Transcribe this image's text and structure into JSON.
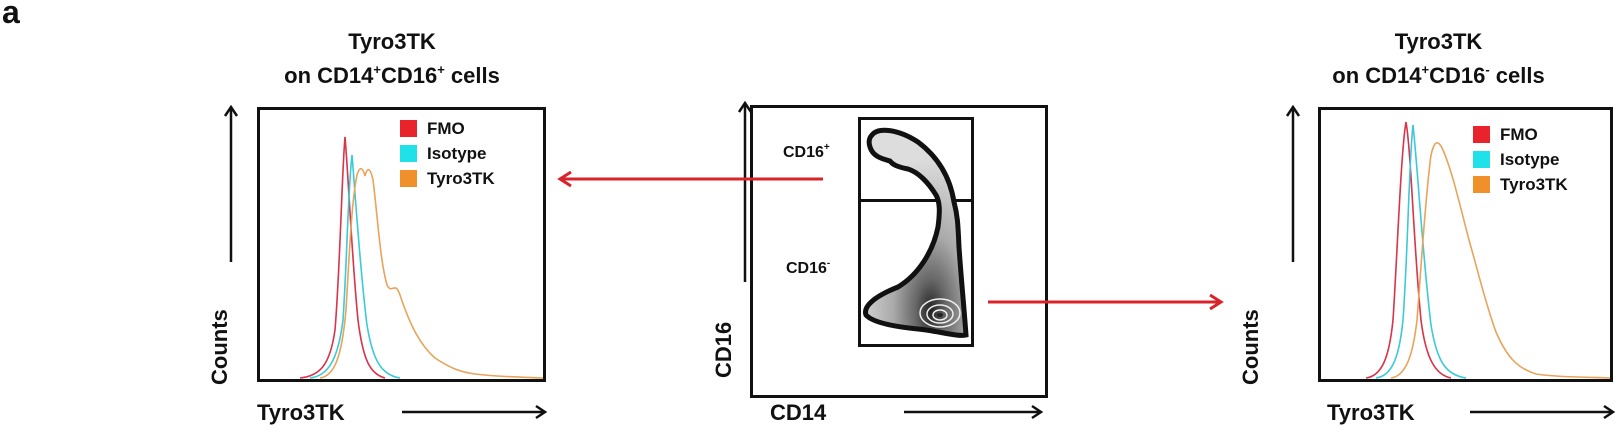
{
  "figure": {
    "panel_letter": "a",
    "colors": {
      "fmo": "#e8232b",
      "isotype": "#20d8e0",
      "tyro3tk": "#f0902a",
      "arrow": "#d8232a",
      "axis": "#111111"
    }
  },
  "left_panel": {
    "title_line1": "Tyro3TK",
    "title_line2_prefix": "on CD14",
    "title_sup1": "+",
    "title_mid": "CD16",
    "title_sup2": "+",
    "title_suffix": " cells",
    "ylabel": "Counts",
    "xlabel": "Tyro3TK",
    "legend": [
      {
        "label": "FMO",
        "color": "#e8232b"
      },
      {
        "label": "Isotype",
        "color": "#20d8e0"
      },
      {
        "label": "Tyro3TK",
        "color": "#f0902a"
      }
    ]
  },
  "middle_panel": {
    "ylabel": "CD16",
    "xlabel": "CD14",
    "gate_upper_label": "CD16",
    "gate_upper_sup": "+",
    "gate_lower_label": "CD16",
    "gate_lower_sup": "-"
  },
  "right_panel": {
    "title_line1": "Tyro3TK",
    "title_line2_prefix": "on CD14",
    "title_sup1": "+",
    "title_mid": "CD16",
    "title_sup2": "-",
    "title_suffix": " cells",
    "ylabel": "Counts",
    "xlabel": "Tyro3TK",
    "legend": [
      {
        "label": "FMO",
        "color": "#e8232b"
      },
      {
        "label": "Isotype",
        "color": "#20d8e0"
      },
      {
        "label": "Tyro3TK",
        "color": "#f0902a"
      }
    ]
  },
  "chart_data": [
    {
      "type": "line",
      "title": "Tyro3TK on CD14+CD16+ cells",
      "xlabel": "Tyro3TK",
      "ylabel": "Counts",
      "note": "Flow cytometry histograms (normalized, unlabeled axes); x as fraction of axis width 0-1, y as fraction of max height 0-1",
      "x": [
        0.25,
        0.28,
        0.3,
        0.32,
        0.34,
        0.36,
        0.38,
        0.4,
        0.42,
        0.44,
        0.47,
        0.5,
        0.55,
        0.6,
        0.65,
        0.7,
        0.75,
        0.8
      ],
      "series": [
        {
          "name": "FMO",
          "values": [
            0.0,
            0.05,
            0.25,
            0.7,
            1.0,
            0.7,
            0.3,
            0.08,
            0.02,
            0.0,
            0.0,
            0.0,
            0.0,
            0.0,
            0.0,
            0.0,
            0.0,
            0.0
          ]
        },
        {
          "name": "Isotype",
          "values": [
            0.0,
            0.02,
            0.1,
            0.4,
            0.85,
            0.93,
            0.7,
            0.35,
            0.12,
            0.03,
            0.0,
            0.0,
            0.0,
            0.0,
            0.0,
            0.0,
            0.0,
            0.0
          ]
        },
        {
          "name": "Tyro3TK",
          "values": [
            0.0,
            0.0,
            0.05,
            0.2,
            0.6,
            0.85,
            0.82,
            0.8,
            0.65,
            0.55,
            0.45,
            0.3,
            0.18,
            0.1,
            0.05,
            0.03,
            0.02,
            0.0
          ]
        }
      ],
      "legend_position": "upper right"
    },
    {
      "type": "line",
      "title": "Tyro3TK on CD14+CD16- cells",
      "xlabel": "Tyro3TK",
      "ylabel": "Counts",
      "note": "Flow cytometry histograms (normalized, unlabeled axes); x as fraction of axis width 0-1, y as fraction of max height 0-1",
      "x": [
        0.15,
        0.2,
        0.24,
        0.26,
        0.28,
        0.3,
        0.32,
        0.34,
        0.37,
        0.4,
        0.45,
        0.5,
        0.55,
        0.6,
        0.65,
        0.7,
        0.8,
        0.9
      ],
      "series": [
        {
          "name": "FMO",
          "values": [
            0.0,
            0.05,
            0.4,
            0.85,
            1.0,
            0.8,
            0.4,
            0.1,
            0.02,
            0.0,
            0.0,
            0.0,
            0.0,
            0.0,
            0.0,
            0.0,
            0.0,
            0.0
          ]
        },
        {
          "name": "Isotype",
          "values": [
            0.0,
            0.02,
            0.25,
            0.65,
            0.95,
            0.98,
            0.75,
            0.4,
            0.1,
            0.02,
            0.0,
            0.0,
            0.0,
            0.0,
            0.0,
            0.0,
            0.0,
            0.0
          ]
        },
        {
          "name": "Tyro3TK",
          "values": [
            0.0,
            0.0,
            0.05,
            0.15,
            0.35,
            0.65,
            0.9,
            0.96,
            0.92,
            0.85,
            0.7,
            0.55,
            0.4,
            0.25,
            0.13,
            0.06,
            0.02,
            0.0
          ]
        }
      ],
      "legend_position": "upper right"
    },
    {
      "type": "scatter",
      "title": "CD14 vs CD16 contour plot with gates",
      "xlabel": "CD14",
      "ylabel": "CD16",
      "gates": [
        {
          "name": "CD16+",
          "region": "upper"
        },
        {
          "name": "CD16-",
          "region": "lower"
        }
      ],
      "note": "Density contour plot; no numeric ticks shown"
    }
  ]
}
